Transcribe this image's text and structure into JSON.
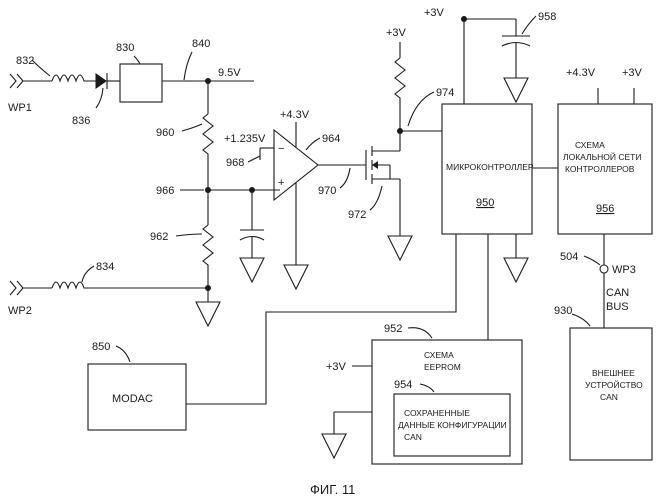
{
  "figure_caption": "ФИГ. 11",
  "terminals": {
    "wp1": "WP1",
    "wp2": "WP2",
    "wp3": "WP3"
  },
  "rails": {
    "v9_5": "9.5V",
    "plus3v_top": "+3V",
    "plus3v_pullup": "+3V",
    "plus4_3v_comp": "+4.3V",
    "ref_1_235v": "+1.235V",
    "can_plus4_3v": "+4.3V",
    "can_plus3v": "+3V",
    "eeprom_plus3v": "+3V"
  },
  "comparator_inputs": {
    "minus": "−",
    "plus": "+"
  },
  "blocks": {
    "microcontroller": {
      "label": "МИКРОКОНТРОЛЛЕР",
      "ref": "950"
    },
    "can_controller": {
      "line1": "СХЕМА",
      "line2": "ЛОКАЛЬНОЙ СЕТИ",
      "line3": "КОНТРОЛЛЕРОВ",
      "ref": "956"
    },
    "eeprom": {
      "line1": "СХЕМА",
      "line2": "EEPROM"
    },
    "config_data": {
      "line1": "СОХРАНЕННЫЕ",
      "line2": "ДАННЫЕ КОНФИГУРАЦИИ",
      "line3": "CAN"
    },
    "external_device": {
      "line1": "ВНЕШНЕЕ",
      "line2": "УСТРОЙСТВО",
      "line3": "CAN"
    },
    "modac": {
      "label": "MODAC"
    }
  },
  "can_bus": {
    "line1": "CAN",
    "line2": "BUS"
  },
  "refs": {
    "r830": "830",
    "r832": "832",
    "r836": "836",
    "r840": "840",
    "r834": "834",
    "r850": "850",
    "r952": "952",
    "r954": "954",
    "r958": "958",
    "r960": "960",
    "r962": "962",
    "r964": "964",
    "r966": "966",
    "r968": "968",
    "r970": "970",
    "r972": "972",
    "r974": "974",
    "r504": "504",
    "r930": "930"
  }
}
